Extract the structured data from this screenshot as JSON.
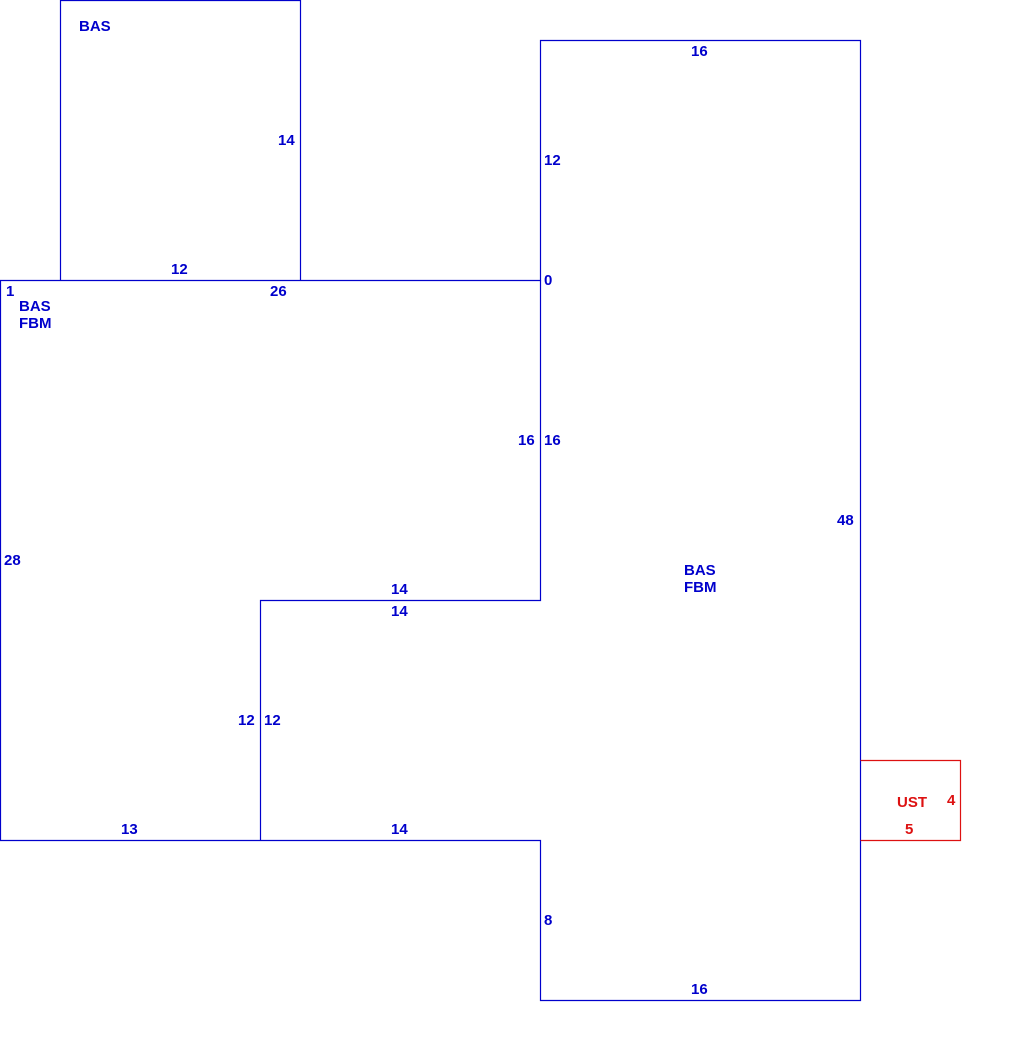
{
  "colors": {
    "main_line": "#0000cc",
    "addition_line": "#dd1111",
    "background": "#ffffff"
  },
  "sections": {
    "bas_top": {
      "label": "BAS"
    },
    "bas_fbm_left": {
      "line1": "BAS",
      "line2": "FBM"
    },
    "bas_fbm_right": {
      "line1": "BAS",
      "line2": "FBM"
    },
    "ust": {
      "label": "UST"
    }
  },
  "dimensions": {
    "top_room_right": "14",
    "top_room_bottom": "12",
    "left_top_start": "1",
    "left_top_edge": "26",
    "junction_zero": "0",
    "right_top": "16",
    "right_upper_left": "12",
    "left_inner_right": "16",
    "right_inner_left": "16",
    "left_outer": "28",
    "right_outer": "48",
    "notch_top_upper": "14",
    "notch_top_lower": "14",
    "notch_left_outer": "12",
    "notch_left_inner": "12",
    "left_bottom": "13",
    "mid_bottom": "14",
    "lower_left": "8",
    "right_bottom": "16",
    "ust_right": "4",
    "ust_bottom": "5"
  }
}
